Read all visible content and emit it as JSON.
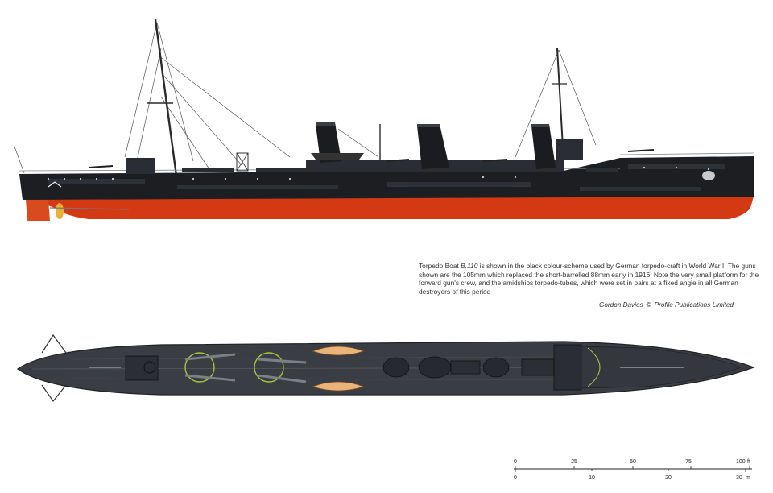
{
  "caption": {
    "prefix": "Torpedo Boat ",
    "boat_name": "B.110",
    "text": " is shown in the black colour-scheme used by German torpedo-craft in World War I. The guns shown are the 105mm which replaced the short-barrelled 88mm early in 1916. Note the very small platform for the forward gun's crew, and the amidships torpedo-tubes, which were set in pairs at a fixed angle in all German destroyers of this period"
  },
  "credit": {
    "artist": "Gordon Davies",
    "symbol": "©",
    "publisher": "Profile Publications Limited"
  },
  "scale": {
    "feet_ticks": [
      "0",
      "25",
      "50",
      "75",
      "100"
    ],
    "feet_unit": "ft",
    "meter_ticks": [
      "0",
      "10",
      "20",
      "30"
    ],
    "meter_unit": "m"
  },
  "colors": {
    "hull_black": "#1c1e22",
    "hull_red": "#d33a14",
    "deck_grey": "#3a3d44",
    "boat_tan": "#e8b47a"
  },
  "icons": {
    "side_profile": "ship-side-profile-illustration",
    "plan_view": "ship-plan-view-illustration"
  }
}
